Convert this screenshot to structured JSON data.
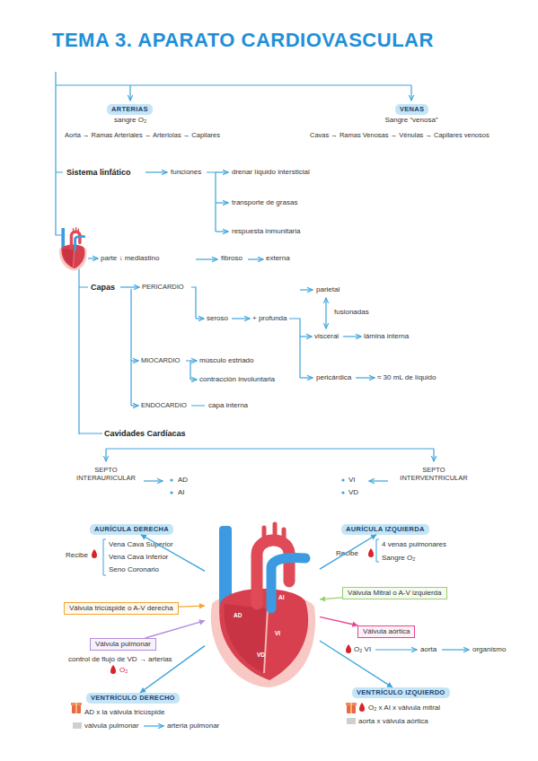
{
  "diagram": {
    "title": "TEMA 3. APARATO CARDIOVASCULAR",
    "nodes": [
      {
        "text": [
          "ARTERIAS"
        ]
      },
      {
        "text": [
          "VENAS"
        ]
      },
      {
        "text": [
          "AURÍCULA DERECHA"
        ]
      },
      {
        "text": [
          "AURÍCULA IZQUIERDA"
        ]
      },
      {
        "text": [
          "AI",
          "AD",
          "VI",
          "VD"
        ]
      },
      {
        "text": [
          "Válvula Mitral o A-V izquierda"
        ]
      },
      {
        "text": [
          "Válvula tricúspide o A-V derecha"
        ]
      },
      {
        "text": [
          "Válvula aórtica"
        ]
      },
      {
        "text": [
          "Válvula pulmonar"
        ]
      },
      {
        "text": [
          "VENTRÍCULO DERECHO"
        ]
      },
      {
        "text": [
          "VENTRÍCULO IZQUIERDO"
        ]
      }
    ],
    "edges": [
      {
        "from": 4,
        "to": 2,
        "arrow": "to"
      },
      {
        "from": 4,
        "to": 3,
        "arrow": "to"
      },
      {
        "from": 5,
        "to": 4,
        "arrow": "to"
      },
      {
        "from": 6,
        "to": 4,
        "arrow": "to"
      },
      {
        "from": 4,
        "to": 7,
        "arrow": "to"
      },
      {
        "from": 8,
        "to": 4,
        "arrow": "to"
      },
      {
        "from": 4,
        "to": 9,
        "arrow": "to"
      },
      {
        "from": 4,
        "to": 10,
        "arrow": "to"
      }
    ],
    "labels": [
      "sangre O₂",
      "Aorta → Ramas Arteriales → Arteriolas → Capilares",
      "Sangre “venosa”",
      "Cavas → Ramas Venosas → Vénulas → Capilares venosos",
      "Sistema linfático",
      "funciones",
      "drenar líquido intersticial",
      "transporte de grasas",
      "respuesta inmunitaria",
      "parte ↓ mediastino",
      "Capas",
      "PERICARDIO",
      "fibroso",
      "externa",
      "seroso",
      "+ profunda",
      "parietal",
      "fusionadas",
      "visceral",
      "lámina interna",
      "pericárdica",
      "≈ 30 mL de líquido",
      "MIOCARDIO",
      "músculo estriado",
      "contracción involuntaria",
      "ENDOCARDIO",
      "capa interna",
      "Cavidades Cardíacas",
      "SEPTO INTERAURICULAR",
      "AD",
      "AI",
      "VI",
      "VD",
      "SEPTO INTERVENTRICULAR",
      "Recibe",
      "Vena Cava Superior",
      "Vena Cava Inferior",
      "Seno Coronario",
      "Recibe",
      "4 venas pulmonares",
      "Sangre O₂",
      "O₂ VI",
      "aorta",
      "organismo",
      "control de flujo de VD → arterias",
      "O₂",
      "AD x la válvula tricúspide",
      "válvula pulmonar",
      "arteria pulmonar",
      "O₂ x AI x válvula mitral",
      "aorta x válvula aórtica"
    ]
  }
}
